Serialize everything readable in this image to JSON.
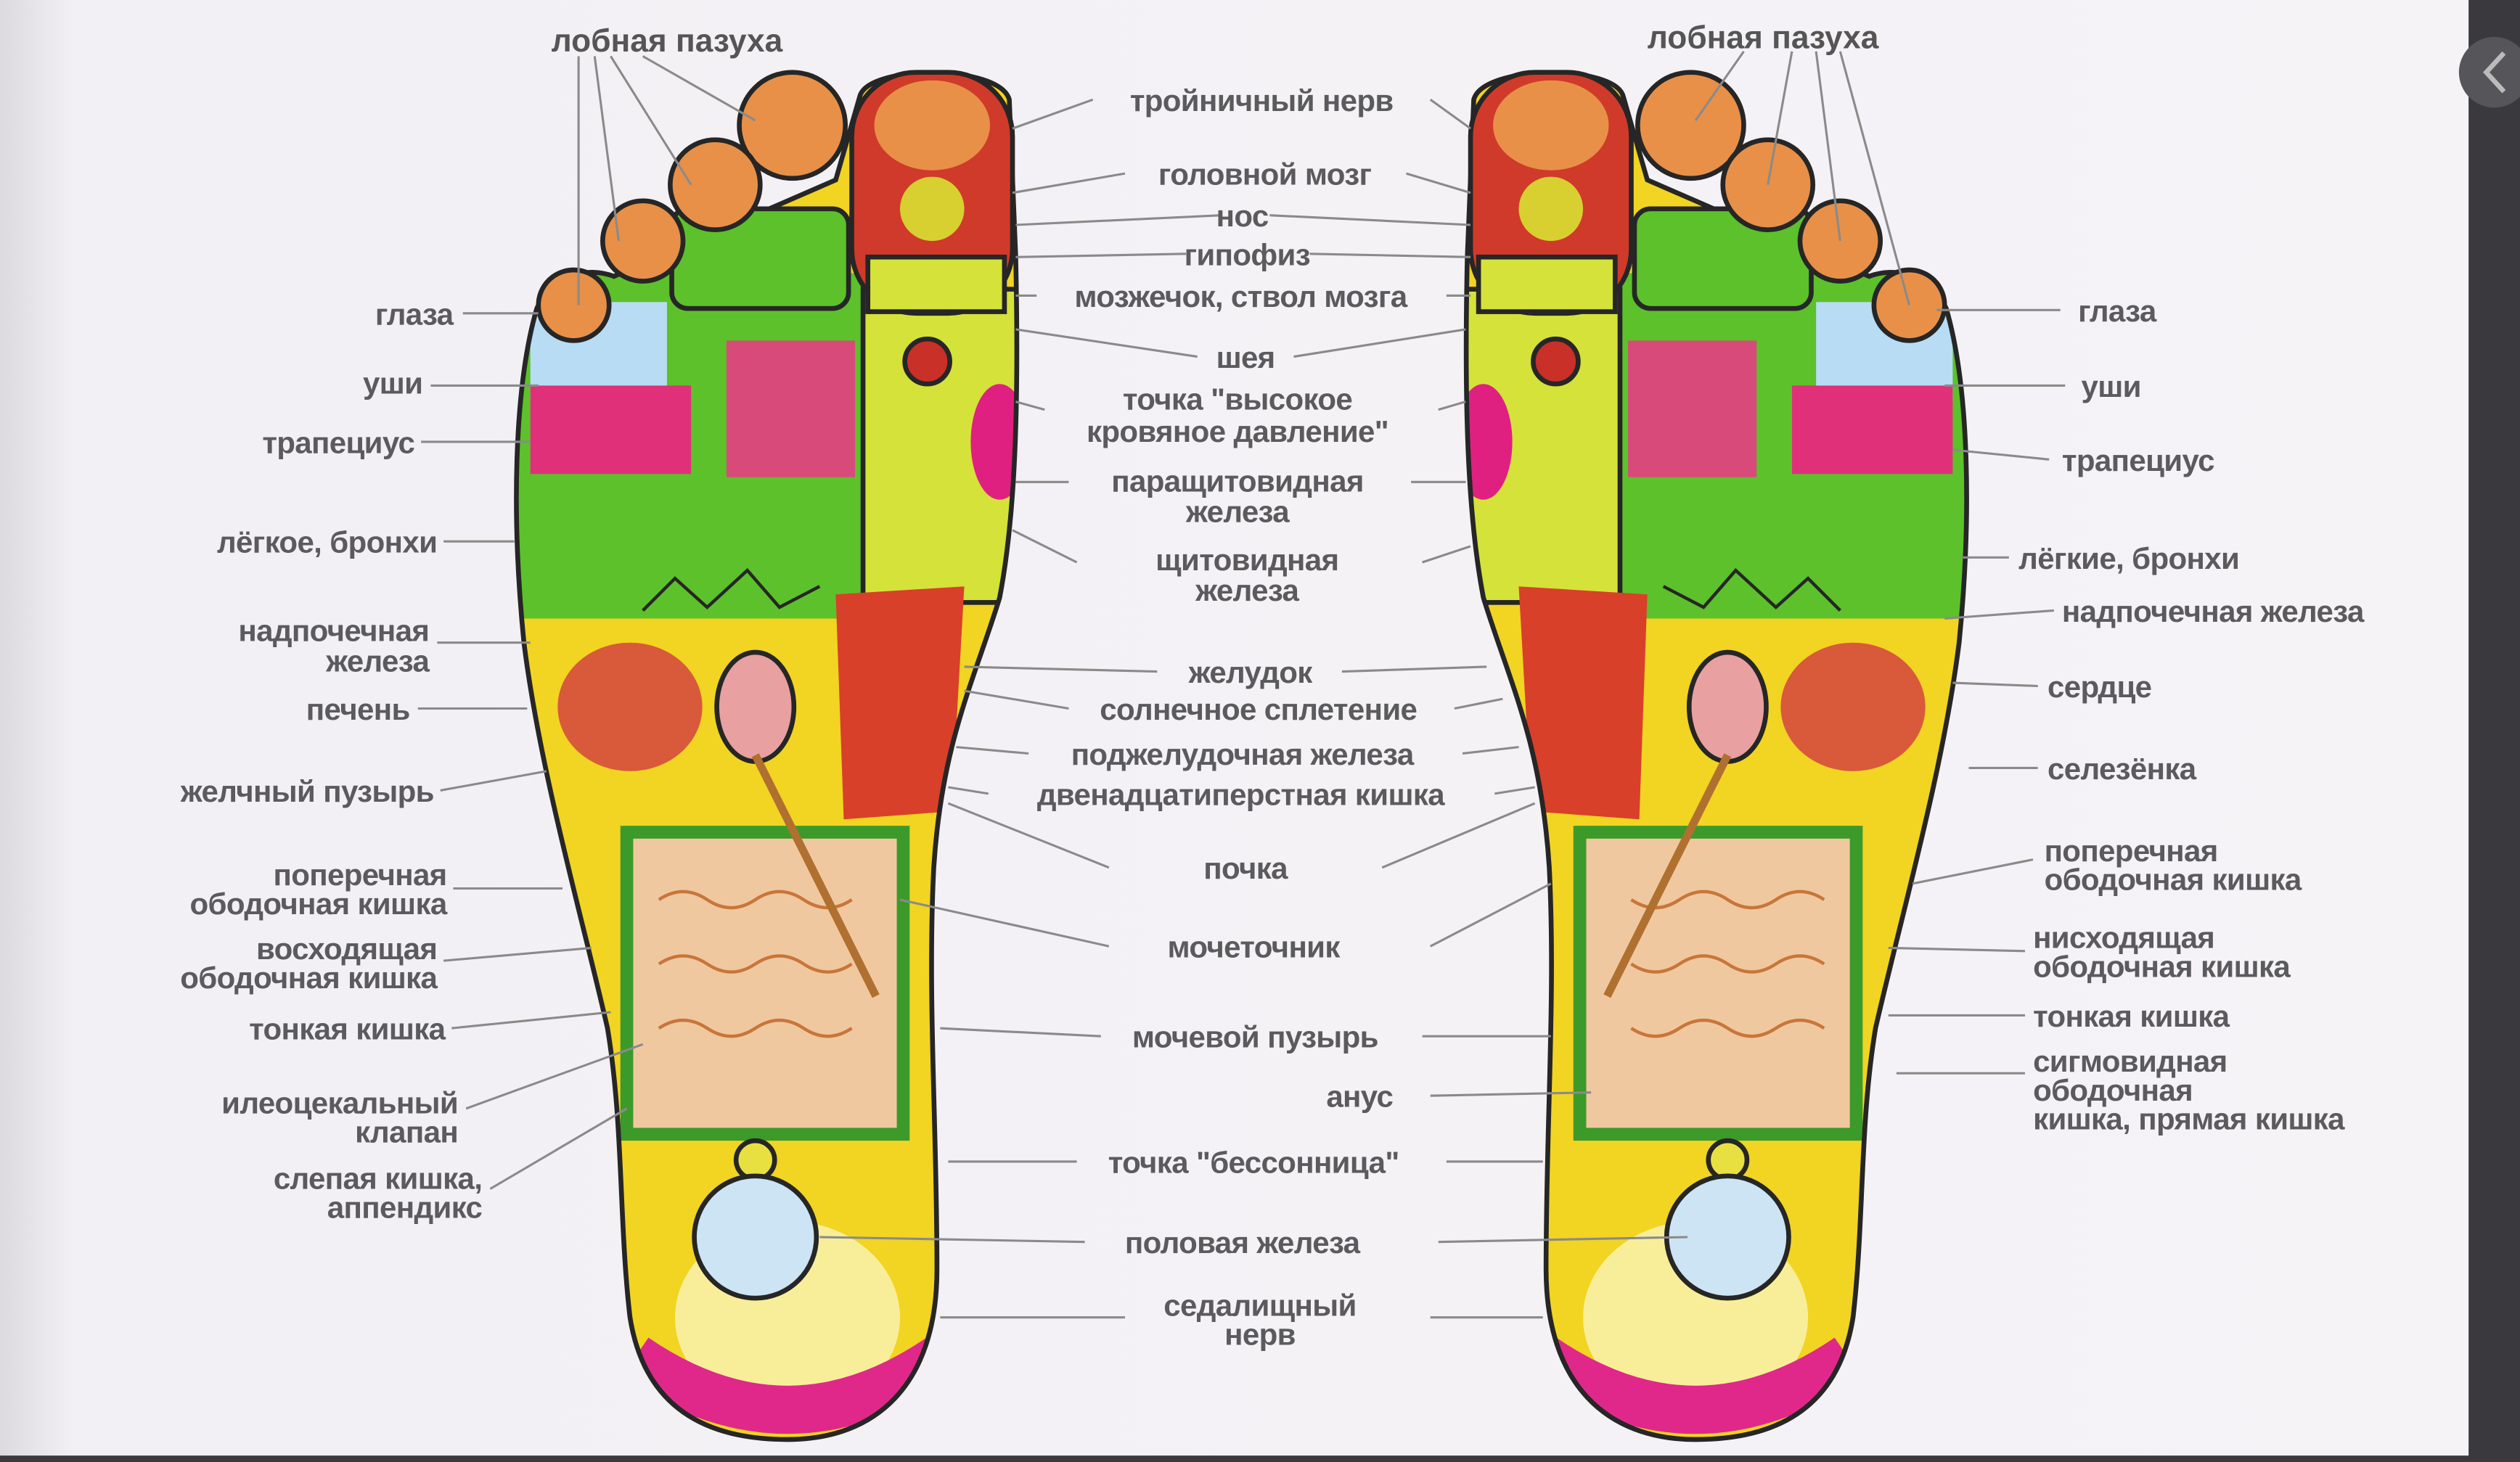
{
  "header": {
    "left_title": "лобная пазуха",
    "right_title": "лобная пазуха"
  },
  "left_labels": [
    {
      "lines": [
        "глаза"
      ]
    },
    {
      "lines": [
        "уши"
      ]
    },
    {
      "lines": [
        "трапециус"
      ]
    },
    {
      "lines": [
        "лёгкое, бронхи"
      ]
    },
    {
      "lines": [
        "надпочечная",
        "железа"
      ]
    },
    {
      "lines": [
        "печень"
      ]
    },
    {
      "lines": [
        "желчный пузырь"
      ]
    },
    {
      "lines": [
        "поперечная",
        "ободочная кишка"
      ]
    },
    {
      "lines": [
        "восходящая",
        "ободочная кишка"
      ]
    },
    {
      "lines": [
        "тонкая кишка"
      ]
    },
    {
      "lines": [
        "илеоцекальный",
        "клапан"
      ]
    },
    {
      "lines": [
        "слепая кишка,",
        "аппендикс"
      ]
    }
  ],
  "center_labels": [
    {
      "lines": [
        "тройничный нерв"
      ]
    },
    {
      "lines": [
        "головной мозг"
      ]
    },
    {
      "lines": [
        "нос"
      ]
    },
    {
      "lines": [
        "гипофиз"
      ]
    },
    {
      "lines": [
        "мозжечок, ствол мозга"
      ]
    },
    {
      "lines": [
        "шея"
      ]
    },
    {
      "lines": [
        "точка \"высокое",
        "кровяное давление\""
      ]
    },
    {
      "lines": [
        "паращитовидная",
        "железа"
      ]
    },
    {
      "lines": [
        "щитовидная",
        "железа"
      ]
    },
    {
      "lines": [
        "желудок"
      ]
    },
    {
      "lines": [
        "солнечное сплетение"
      ]
    },
    {
      "lines": [
        "поджелудочная железа"
      ]
    },
    {
      "lines": [
        "двенадцатиперстная кишка"
      ]
    },
    {
      "lines": [
        "почка"
      ]
    },
    {
      "lines": [
        "мочеточник"
      ]
    },
    {
      "lines": [
        "мочевой пузырь"
      ]
    },
    {
      "lines": [
        "анус"
      ]
    },
    {
      "lines": [
        "точка \"бессонница\""
      ]
    },
    {
      "lines": [
        "половая железа"
      ]
    },
    {
      "lines": [
        "седалищный",
        "нерв"
      ]
    }
  ],
  "right_labels": [
    {
      "lines": [
        "глаза"
      ]
    },
    {
      "lines": [
        "уши"
      ]
    },
    {
      "lines": [
        "трапециус"
      ]
    },
    {
      "lines": [
        "лёгкие, бронхи"
      ]
    },
    {
      "lines": [
        "надпочечная железа"
      ]
    },
    {
      "lines": [
        "сердце"
      ]
    },
    {
      "lines": [
        "селезёнка"
      ]
    },
    {
      "lines": [
        "поперечная",
        "ободочная кишка"
      ]
    },
    {
      "lines": [
        "нисходящая",
        "ободочная кишка"
      ]
    },
    {
      "lines": [
        "тонкая кишка"
      ]
    },
    {
      "lines": [
        "сигмовидная",
        "ободочная",
        "кишка, прямая кишка"
      ]
    }
  ],
  "colors": {
    "green": "#5cc12a",
    "pink": "#e0307a",
    "yellow": "#f2d422",
    "red": "#d03a2a",
    "orange": "#e89048",
    "light_blue": "#b8dcf4",
    "magenta_heel": "#e0288a"
  }
}
